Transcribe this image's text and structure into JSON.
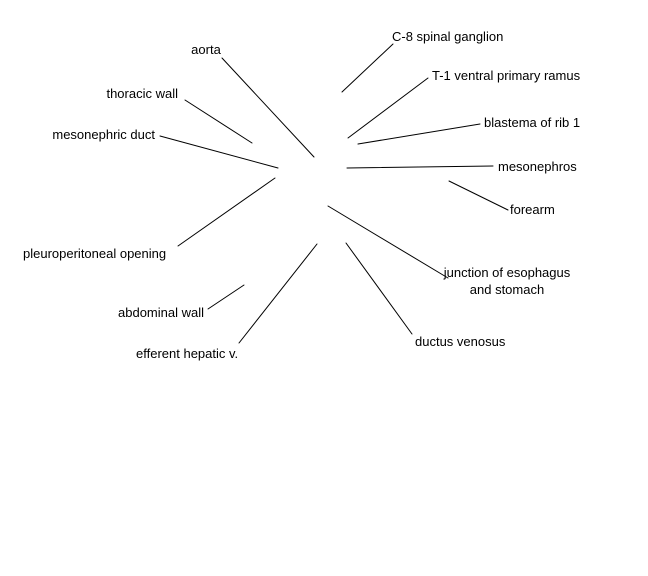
{
  "colors": {
    "background": "#ffffff",
    "ink": "#000000"
  },
  "labels": {
    "aorta": "aorta",
    "thoracic_wall": "thoracic wall",
    "mesonephric_duct": "mesonephric duct",
    "pleuroperitoneal_opening": "pleuroperitoneal opening",
    "abdominal_wall": "abdominal wall",
    "efferent_hepatic_v": "efferent hepatic v.",
    "c8_spinal_ganglion": "C-8 spinal ganglion",
    "t1_ventral_primary_ramus": "T-1 ventral primary ramus",
    "blastema_of_rib_1": "blastema of rib 1",
    "mesonephros": "mesonephros",
    "forearm": "forearm",
    "junction_esophagus_stomach": [
      "junction of esophagus",
      "and stomach"
    ],
    "ductus_venosus": "ductus venosus"
  }
}
